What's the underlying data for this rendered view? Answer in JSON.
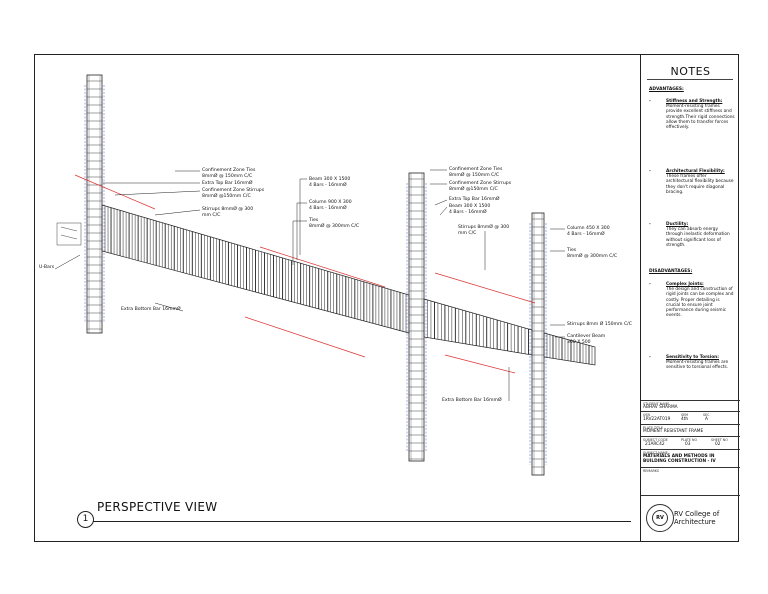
{
  "drawing": {
    "title": "PERSPECTIVE VIEW",
    "number": "1",
    "labels": [
      {
        "id": "conf-ties-1",
        "text": "Confinement Zone Ties\n8mmØ @ 150mm C/C"
      },
      {
        "id": "extra-top-1",
        "text": "Extra Top Bar 16mmØ"
      },
      {
        "id": "conf-stirrups-1",
        "text": "Confinement Zone Stirrups\n8mmØ @150mm C/C"
      },
      {
        "id": "stirrups-1",
        "text": "Stirrups 8mmØ @ 300\nmm C/C"
      },
      {
        "id": "u-bars",
        "text": "U-Bars"
      },
      {
        "id": "extra-bottom-1",
        "text": "Extra Bottom Bar 16mmØ"
      },
      {
        "id": "beam-main",
        "text": "Beam 300 X 1500\n4 Bars - 16mmØ"
      },
      {
        "id": "column-900",
        "text": "Column 900 X 300\n4 Bars - 16mmØ"
      },
      {
        "id": "ties-1",
        "text": "Ties\n8mmØ @ 300mm C/C"
      },
      {
        "id": "conf-ties-2",
        "text": "Confinement Zone Ties\n8mmØ @ 150mm C/C"
      },
      {
        "id": "conf-stirrups-2",
        "text": "Confinement Zone Stirrups\n8mmØ @150mm C/C"
      },
      {
        "id": "extra-top-2",
        "text": "Extra Top Bar 16mmØ"
      },
      {
        "id": "beam-2",
        "text": "Beam 300 X 1500\n4 Bars - 16mmØ"
      },
      {
        "id": "stirrups-2",
        "text": "Stirrups 8mmØ @ 300\nmm C/C"
      },
      {
        "id": "column-450",
        "text": "Column 450 X 300\n4 Bars - 16mmØ"
      },
      {
        "id": "ties-2",
        "text": "Ties\n8mmØ @ 300mm C/C"
      },
      {
        "id": "stirrups-3",
        "text": "Stirrups 8mm Ø 150mm C/C"
      },
      {
        "id": "cantilever",
        "text": "Cantilever Beam\n300 X 500"
      },
      {
        "id": "extra-bottom-2",
        "text": "Extra Bottom Bar 16mmØ"
      }
    ]
  },
  "notes": {
    "title": "NOTES",
    "advantages_heading": "ADVANTAGES:",
    "advantages": [
      {
        "head": "Stiffness and Strength:",
        "text": "Moment-resisting frames provide excellent stiffness and strength.Their rigid connections allow them to transfer forces effectively."
      },
      {
        "head": "Architectural Flexibility:",
        "text": "These frames offer architectural flexibility because they don't require diagonal bracing."
      },
      {
        "head": "Ductility:",
        "text": "They can absorb energy through inelastic deformation without significant loss of strength."
      }
    ],
    "disadvantages_heading": "DISADVANTAGES:",
    "disadvantages": [
      {
        "head": "Complex Joints:",
        "text": "The design and construction of rigid joints can be complex and costly. Proper detailing is crucial to ensure joint performance during seismic events."
      },
      {
        "head": "Sensitivity to Torsion:",
        "text": "Moment-resisting frames are sensitive to torsional effects."
      }
    ]
  },
  "title_block": {
    "student_caption": "STUDENT NAME",
    "student_name": "ABHAV SHARMA",
    "usn_caption": "USN",
    "sem_caption": "SEM",
    "sec_caption": "SEC",
    "usn": "1RV22AT019",
    "sem": "4th",
    "sec": "A",
    "plate_caption": "PLATE TITLE",
    "plate_title": "MOMENT RESISTANT FRAME",
    "subject_code_caption": "SUBJECT CODE",
    "plate_no_caption": "PLATE NO",
    "sheet_no_caption": "SHEET NO",
    "subject_code": "21ARC42",
    "plate_no": "03",
    "sheet_no": "02",
    "subject_caption": "SUBJECT NAME",
    "subject_name": "MATERIALS AND METHODS IN BUILDING CONSTRUCTION - IV",
    "remarks_caption": "REMARKS",
    "college_name": "RV College of Architecture",
    "logo_text": "RV"
  }
}
